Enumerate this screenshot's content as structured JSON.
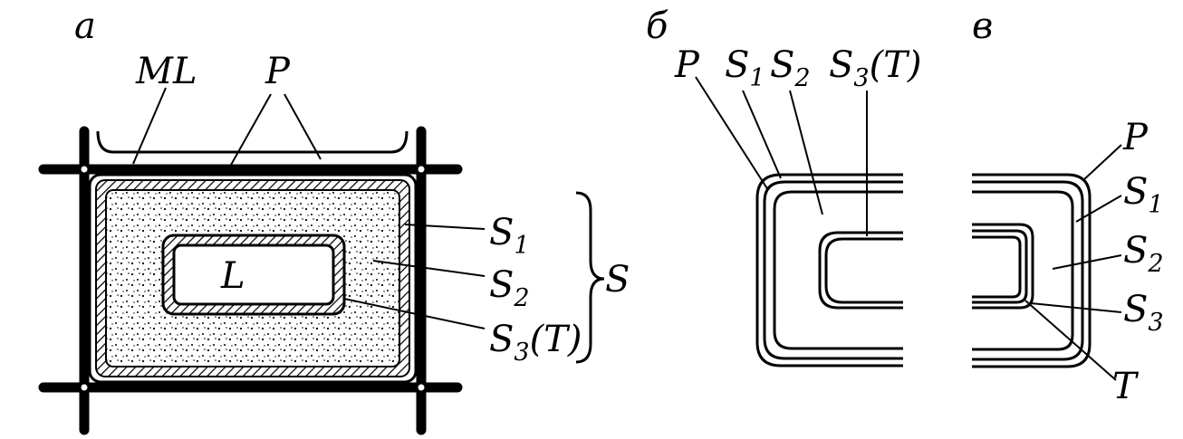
{
  "panel_a": {
    "letter": "а",
    "labels": {
      "ML": "ML",
      "P": "P",
      "L": "L",
      "S1": "S",
      "S1_sub": "1",
      "S2": "S",
      "S2_sub": "2",
      "S3": "S",
      "S3_sub": "3",
      "S3_suffix": "(T)",
      "S_group": "S"
    }
  },
  "panel_b": {
    "letter": "б",
    "labels": {
      "P": "P",
      "S1": "S",
      "S1_sub": "1",
      "S2": "S",
      "S2_sub": "2",
      "S3": "S",
      "S3_sub": "3",
      "S3_suffix": "(T)"
    }
  },
  "panel_c": {
    "letter": "в",
    "labels": {
      "P": "P",
      "S1": "S",
      "S1_sub": "1",
      "S2": "S",
      "S2_sub": "2",
      "S3": "S",
      "S3_sub": "3",
      "T": "T"
    }
  }
}
